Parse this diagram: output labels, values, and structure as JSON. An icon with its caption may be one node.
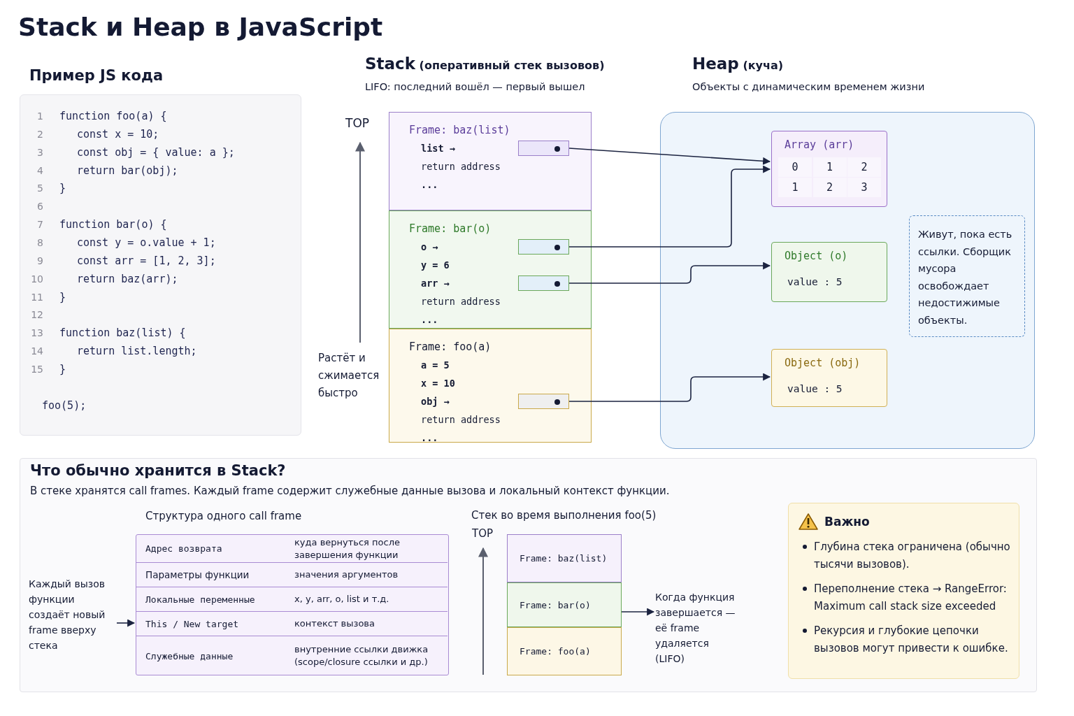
{
  "diagram": {
    "title": "Stack и Heap в JavaScript",
    "nodes": [
      {
        "text": [
          "Пример JS кода",
          "function foo(a) {",
          "const x = 10;",
          "const obj = { value: a };",
          "return bar(obj);",
          "}",
          "function bar(o) {",
          "const y = o.value + 1;",
          "const arr = [1, 2, 3];",
          "return baz(arr);",
          "}",
          "function baz(list) {",
          "return list.length;",
          "}",
          "foo(5);"
        ]
      },
      {
        "text": [
          "**Stack** (оперативный стек вызовов)",
          "LIFO: последний вошёл — первый вышел"
        ]
      },
      {
        "text": [
          "Frame: baz(list)",
          "list →",
          "return address",
          "..."
        ],
        "in": 1
      },
      {
        "text": [],
        "shape": "box",
        "in": 2
      },
      {
        "text": [
          "Frame: bar(o)",
          "o →",
          "y = 6",
          "arr →",
          "return address",
          "..."
        ],
        "in": 1
      },
      {
        "text": [],
        "shape": "box",
        "in": 4
      },
      {
        "text": [],
        "shape": "box",
        "in": 4
      },
      {
        "text": [
          "Frame: foo(a)",
          "a = 5",
          "x = 10",
          "obj →",
          "return address",
          "..."
        ],
        "in": 1
      },
      {
        "text": [],
        "shape": "box",
        "in": 7
      },
      {
        "text": [
          "**Heap** (куча)",
          "Объекты с динамическим временем жизни"
        ]
      },
      {
        "text": [
          "Array (arr)",
          "0",
          "1",
          "2",
          "1",
          "2",
          "3"
        ],
        "in": 9
      },
      {
        "text": [
          "Object (o)",
          "value : 5"
        ],
        "in": 9
      },
      {
        "text": [
          "Живут, пока есть ссылки. Сборщик мусора освобождает недостижимые объекты."
        ],
        "in": 9
      },
      {
        "text": [
          "Object (obj)",
          "value : 5"
        ],
        "in": 9
      },
      {
        "text": [
          "Что обычно хранится в Stack?",
          "В стеке хранятся call frames. Каждый frame содержит служебные данные вызова и локальный контекст функции."
        ]
      },
      {
        "text": [
          "Структура одного call frame",
          "Адрес возврата",
          "куда вернуться после завершения функции",
          "Параметры функции",
          "значения аргументов",
          "Локальные переменные",
          "x, y, arr, o, list и т.д.",
          "This / New target",
          "контекст вызова",
          "Служебные данные",
          "внутренние ссылки движка (scope/closure ссылки и др.)"
        ],
        "in": 14
      },
      {
        "text": [
          "Каждый вызов функции создаёт новый frame вверху стека"
        ],
        "in": 14
      },
      {
        "text": [],
        "shape": "box",
        "in": 14
      },
      {
        "text": [
          "Frame: baz(list)"
        ],
        "in": 17
      },
      {
        "text": [
          "Frame: bar(o)"
        ],
        "in": 17
      },
      {
        "text": [
          "Frame: foo(a)"
        ],
        "in": 17
      },
      {
        "text": [
          "Когда функция завершается — её frame удаляется (LIFO)"
        ],
        "in": 14
      },
      {
        "text": [
          "Важно",
          "Глубина стека ограничена (обычно тысячи вызовов).",
          "Переполнение стека → RangeError: Maximum call stack size exceeded",
          "Рекурсия и глубокие цепочки вызовов могут привести к ошибке."
        ],
        "in": 14
      }
    ],
    "edges": [
      {
        "from": 3,
        "to": 10,
        "arrow": "to"
      },
      {
        "from": 5,
        "to": 10,
        "arrow": "to"
      },
      {
        "from": 6,
        "to": 11,
        "arrow": "to"
      },
      {
        "from": 8,
        "to": 13,
        "arrow": "to"
      },
      {
        "from": 16,
        "to": 15,
        "arrow": "to"
      },
      {
        "from": 17,
        "to": 21,
        "arrow": "to"
      }
    ],
    "labels": [
      "1",
      "2",
      "3",
      "4",
      "5",
      "6",
      "7",
      "8",
      "9",
      "10",
      "11",
      "12",
      "13",
      "14",
      "15",
      "TOP",
      "Растёт и сжимается быстро",
      "Стек во время выполнения foo(5)",
      "TOP"
    ]
  }
}
